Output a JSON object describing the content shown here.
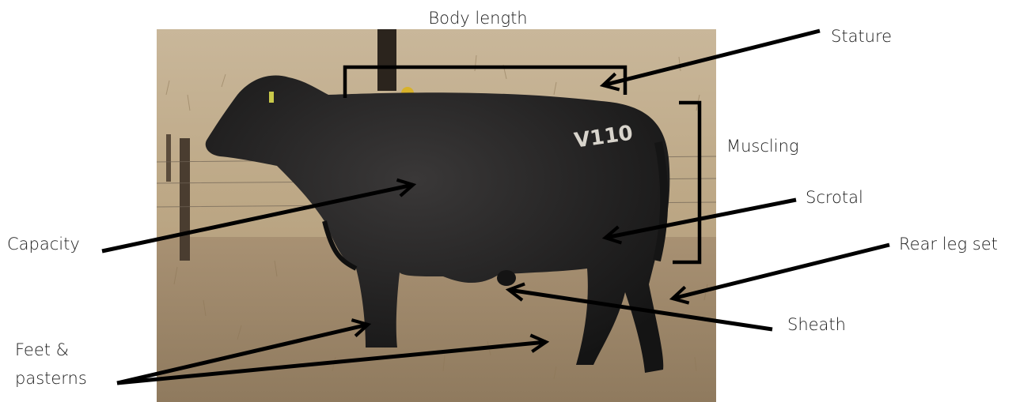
{
  "diagram": {
    "subject_icon": "black-bull-photo",
    "paint_mark": "V110",
    "labels": {
      "body_length": "Body length",
      "stature": "Stature",
      "muscling": "Muscling",
      "scrotal": "Scrotal",
      "capacity": "Capacity",
      "rear_leg_set": "Rear leg set",
      "sheath": "Sheath",
      "feet_pasterns_line1": "Feet &",
      "feet_pasterns_line2": "pasterns"
    }
  }
}
